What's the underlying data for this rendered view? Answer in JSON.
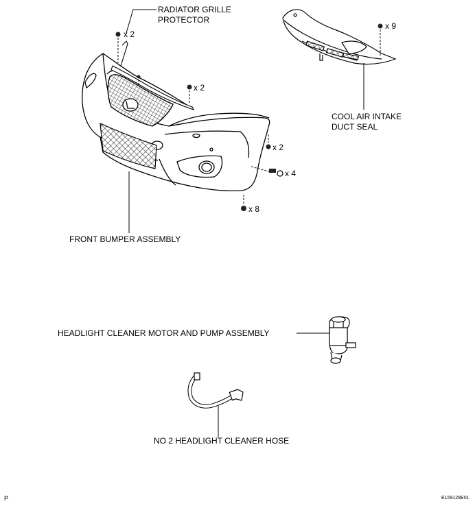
{
  "labels": {
    "radiator_grille_protector_line1": "RADIATOR GRILLE",
    "radiator_grille_protector_line2": "PROTECTOR",
    "cool_air_intake_line1": "COOL AIR INTAKE",
    "cool_air_intake_line2": "DUCT SEAL",
    "front_bumper_assembly": "FRONT BUMPER ASSEMBLY",
    "headlight_cleaner_motor": "HEADLIGHT CLEANER MOTOR AND PUMP ASSEMBLY",
    "headlight_cleaner_hose": "NO  2 HEADLIGHT CLEANER HOSE"
  },
  "quantities": {
    "grille_clip": "x 2",
    "grille_clip_lower": "x 2",
    "seal_clip": "x 9",
    "bumper_side_screw": "x 2",
    "bumper_bolt": "x 4",
    "bumper_bottom_clip": "x 8"
  },
  "footer": {
    "corner_mark": "P",
    "figure_id": "E159128E01"
  }
}
